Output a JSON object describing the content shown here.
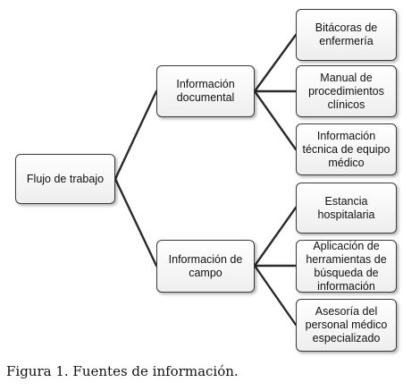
{
  "diagram": {
    "root": "Flujo de trabajo",
    "branches": [
      {
        "label": "Información\ndocumental",
        "leaves": [
          "Bitácoras de\nenfermería",
          "Manual de\nprocedimientos\nclínicos",
          "Información\ntécnica de equipo\nmédico"
        ]
      },
      {
        "label": "Información de\ncampo",
        "leaves": [
          "Estancia\nhospitalaria",
          "Aplicación de\nherramientas de\nbúsqueda de\ninformación",
          "Asesoría del\npersonal médico\nespecializado"
        ]
      }
    ]
  },
  "caption": "Figura 1. Fuentes de información."
}
